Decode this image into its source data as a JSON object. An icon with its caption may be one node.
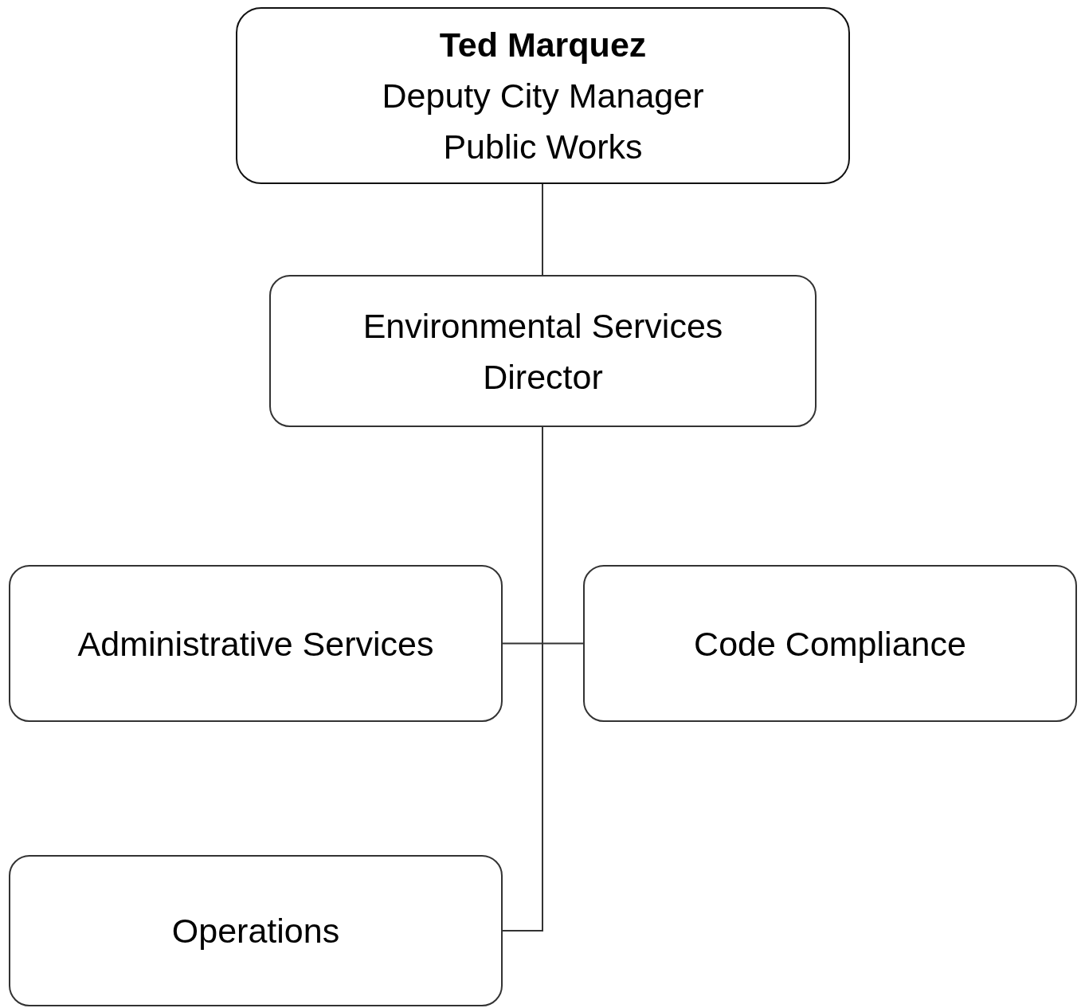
{
  "diagram": {
    "nodes": [
      {
        "text": [
          "Ted Marquez",
          "Deputy City Manager Public Works"
        ]
      },
      {
        "text": [
          "Environmental Services Director"
        ]
      },
      {
        "text": [
          "Administrative Services"
        ]
      },
      {
        "text": [
          "Code Compliance"
        ]
      },
      {
        "text": [
          "Operations"
        ]
      }
    ],
    "edges": [
      {
        "from": 0,
        "to": 1,
        "arrow": "none"
      },
      {
        "from": 1,
        "to": 2,
        "arrow": "none"
      },
      {
        "from": 1,
        "to": 3,
        "arrow": "none"
      },
      {
        "from": 1,
        "to": 4,
        "arrow": "none"
      }
    ]
  }
}
